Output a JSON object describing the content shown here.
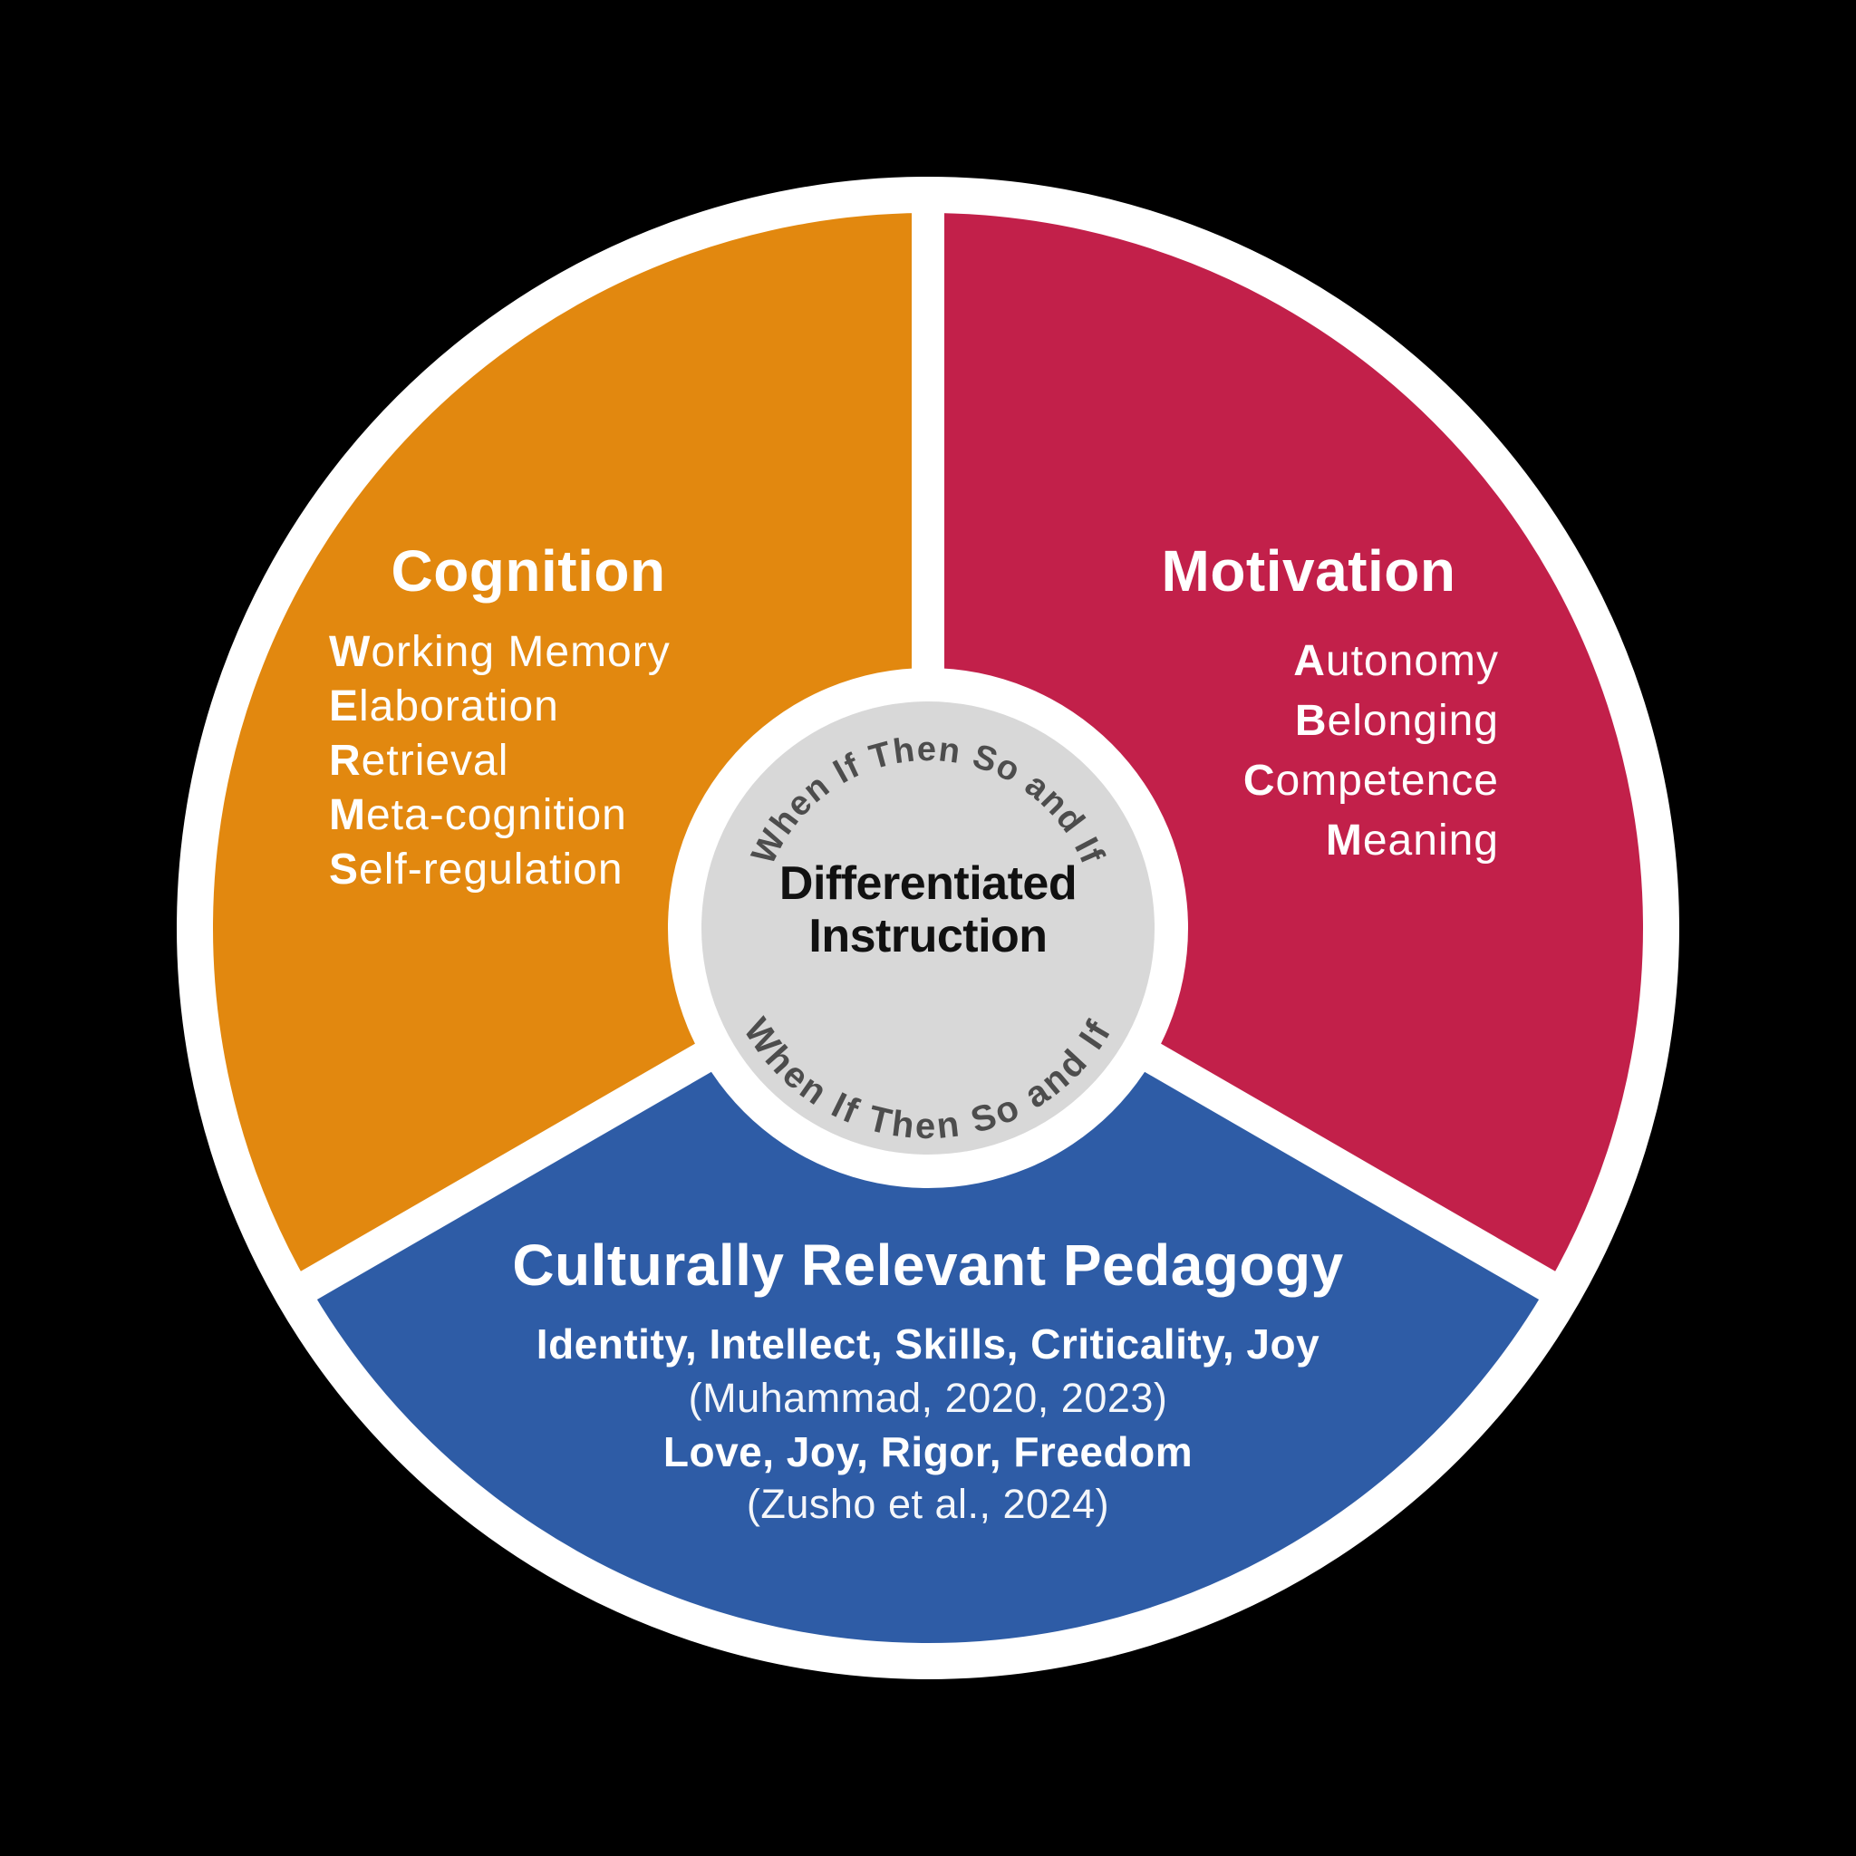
{
  "colors": {
    "background": "#000000",
    "white": "#ffffff",
    "orange": "#E2880F",
    "red": "#C2204A",
    "blue": "#2E5CA6",
    "hub_gray": "#D8D8D8",
    "arc_text": "#4D4D4D"
  },
  "center": {
    "line1": "Differentiated",
    "line2": "Instruction",
    "arc_text_top": "When If Then So and If",
    "arc_text_bottom": "When If Then So and If"
  },
  "segments": {
    "cognition": {
      "title": "Cognition",
      "items": [
        {
          "initial": "W",
          "rest": "orking Memory"
        },
        {
          "initial": "E",
          "rest": "laboration"
        },
        {
          "initial": "R",
          "rest": "etrieval"
        },
        {
          "initial": "M",
          "rest": "eta-cognition"
        },
        {
          "initial": "S",
          "rest": "elf-regulation"
        }
      ]
    },
    "motivation": {
      "title": "Motivation",
      "items": [
        {
          "initial": "A",
          "rest": "utonomy"
        },
        {
          "initial": "B",
          "rest": "elonging"
        },
        {
          "initial": "C",
          "rest": "ompetence"
        },
        {
          "initial": "M",
          "rest": "eaning"
        }
      ]
    },
    "pedagogy": {
      "title": "Culturally Relevant Pedagogy",
      "line1": "Identity, Intellect, Skills, Criticality, Joy",
      "citation1": "(Muhammad, 2020, 2023)",
      "line2": "Love, Joy, Rigor, Freedom",
      "citation2": "(Zusho et al., 2024)"
    }
  }
}
